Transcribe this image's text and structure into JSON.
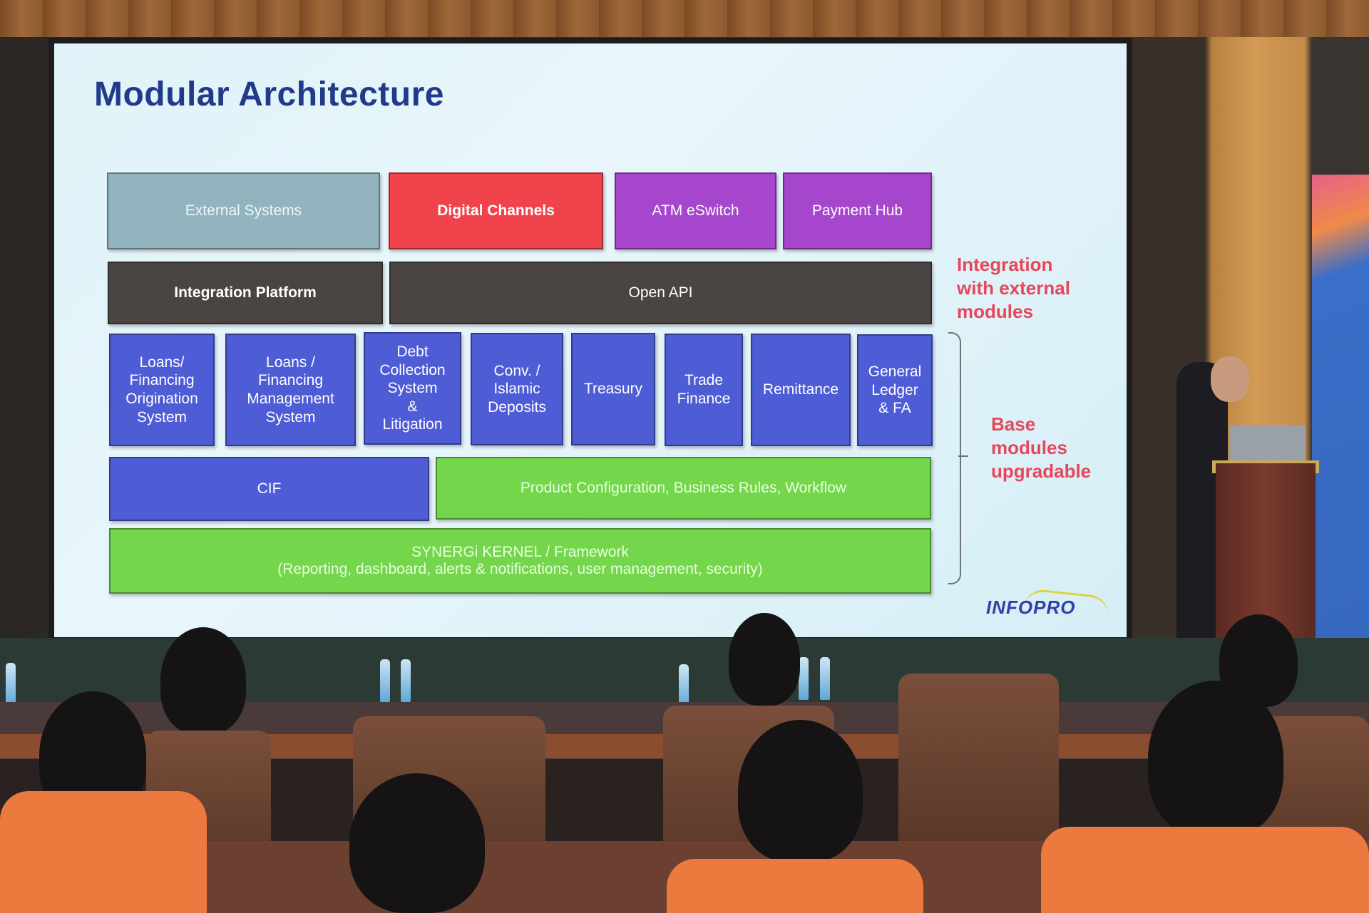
{
  "slide": {
    "title": "Modular Architecture",
    "row1": [
      {
        "label": "External Systems",
        "color": "#93b4bf"
      },
      {
        "label": "Digital Channels",
        "color": "#f0434c"
      },
      {
        "label": "ATM eSwitch",
        "color": "#a646cc"
      },
      {
        "label": "Payment Hub",
        "color": "#a646cc"
      }
    ],
    "row2": [
      {
        "label": "Integration Platform",
        "color": "#4a4442"
      },
      {
        "label": "Open API",
        "color": "#4a4442"
      }
    ],
    "row3": [
      {
        "label": "Loans/\nFinancing\nOrigination\nSystem",
        "color": "#4e5cd6"
      },
      {
        "label": "Loans /\nFinancing\nManagement\nSystem",
        "color": "#4e5cd6"
      },
      {
        "label": "Debt\nCollection\nSystem\n&\nLitigation",
        "color": "#4e5cd6"
      },
      {
        "label": "Conv. /\nIslamic\nDeposits",
        "color": "#4e5cd6"
      },
      {
        "label": "Treasury",
        "color": "#4e5cd6"
      },
      {
        "label": "Trade\nFinance",
        "color": "#4e5cd6"
      },
      {
        "label": "Remittance",
        "color": "#4e5cd6"
      },
      {
        "label": "General\nLedger\n& FA",
        "color": "#4e5cd6"
      }
    ],
    "row4": [
      {
        "label": "CIF",
        "color": "#4e5cd6"
      },
      {
        "label": "Product Configuration, Business Rules, Workflow",
        "color": "#74d64a"
      }
    ],
    "row5": {
      "line1": "SYNERGi KERNEL / Framework",
      "line2": "(Reporting, dashboard, alerts & notifications, user management, security)",
      "color": "#74d64a"
    },
    "annotations": {
      "integration": "Integration\nwith external\nmodules",
      "base": "Base\nmodules\nupgradable",
      "color": "#e8465a"
    },
    "logo": "INFOPRO",
    "title_color": "#213a8a"
  }
}
